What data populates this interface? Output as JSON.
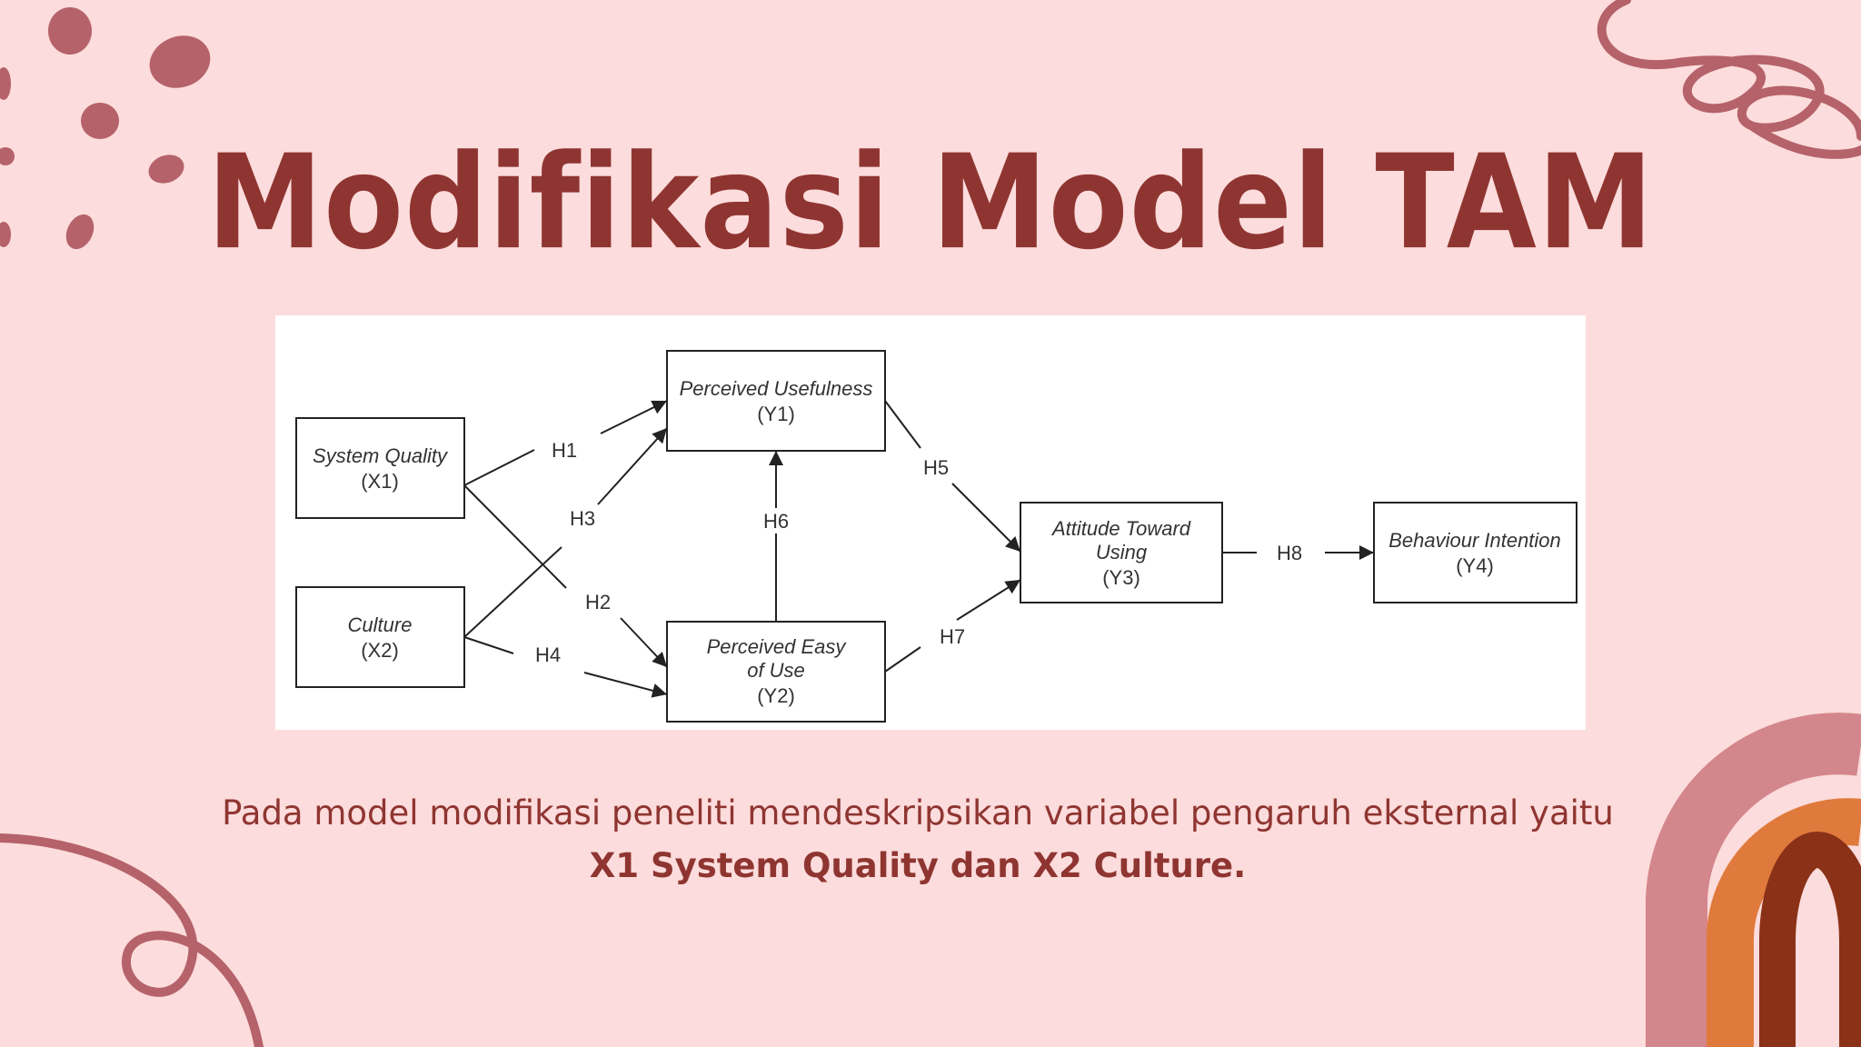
{
  "slide": {
    "title": "Modifikasi Model TAM",
    "caption_text": "Pada model modifikasi peneliti mendeskripsikan variabel pengaruh eksternal yaitu ",
    "caption_emphasis": "X1 System Quality dan X2 Culture."
  },
  "colors": {
    "background": "#fcdcdc",
    "title": "#8f3531",
    "decoration": "#b5626a",
    "rainbow_outer": "#d3868b",
    "rainbow_middle": "#e07a3c",
    "rainbow_inner": "#8a3118"
  },
  "diagram": {
    "nodes": {
      "x1": {
        "name": "System Quality",
        "code": "(X1)"
      },
      "x2": {
        "name": "Culture",
        "code": "(X2)"
      },
      "y1": {
        "name": "Perceived Usefulness",
        "code": "(Y1)"
      },
      "y2": {
        "name_line1": "Perceived Easy",
        "name_line2": "of Use",
        "code": "(Y2)"
      },
      "y3": {
        "name_line1": "Attitude Toward",
        "name_line2": "Using",
        "code": "(Y3)"
      },
      "y4": {
        "name": "Behaviour Intention",
        "code": "(Y4)"
      }
    },
    "edges": [
      {
        "id": "H1",
        "from": "X1",
        "to": "Y1"
      },
      {
        "id": "H2",
        "from": "X1",
        "to": "Y2"
      },
      {
        "id": "H3",
        "from": "X2",
        "to": "Y1"
      },
      {
        "id": "H4",
        "from": "X2",
        "to": "Y2"
      },
      {
        "id": "H5",
        "from": "Y1",
        "to": "Y3"
      },
      {
        "id": "H6",
        "from": "Y2",
        "to": "Y1"
      },
      {
        "id": "H7",
        "from": "Y2",
        "to": "Y3"
      },
      {
        "id": "H8",
        "from": "Y3",
        "to": "Y4"
      }
    ]
  }
}
